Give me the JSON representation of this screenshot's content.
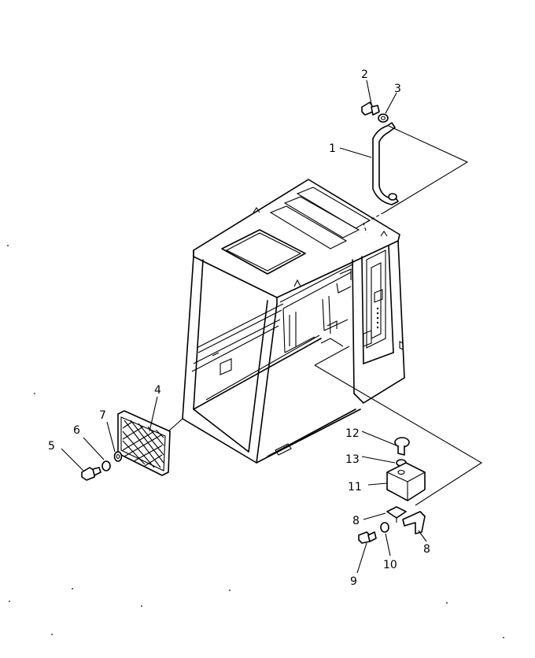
{
  "callouts": [
    {
      "id": "c1",
      "label": "1"
    },
    {
      "id": "c2",
      "label": "2"
    },
    {
      "id": "c3",
      "label": "3"
    },
    {
      "id": "c4",
      "label": "4"
    },
    {
      "id": "c5",
      "label": "5"
    },
    {
      "id": "c6",
      "label": "6"
    },
    {
      "id": "c7",
      "label": "7"
    },
    {
      "id": "c8a",
      "label": "8"
    },
    {
      "id": "c8b",
      "label": "8"
    },
    {
      "id": "c9",
      "label": "9"
    },
    {
      "id": "c10",
      "label": "10"
    },
    {
      "id": "c11",
      "label": "11"
    },
    {
      "id": "c12",
      "label": "12"
    },
    {
      "id": "c13",
      "label": "13"
    }
  ]
}
